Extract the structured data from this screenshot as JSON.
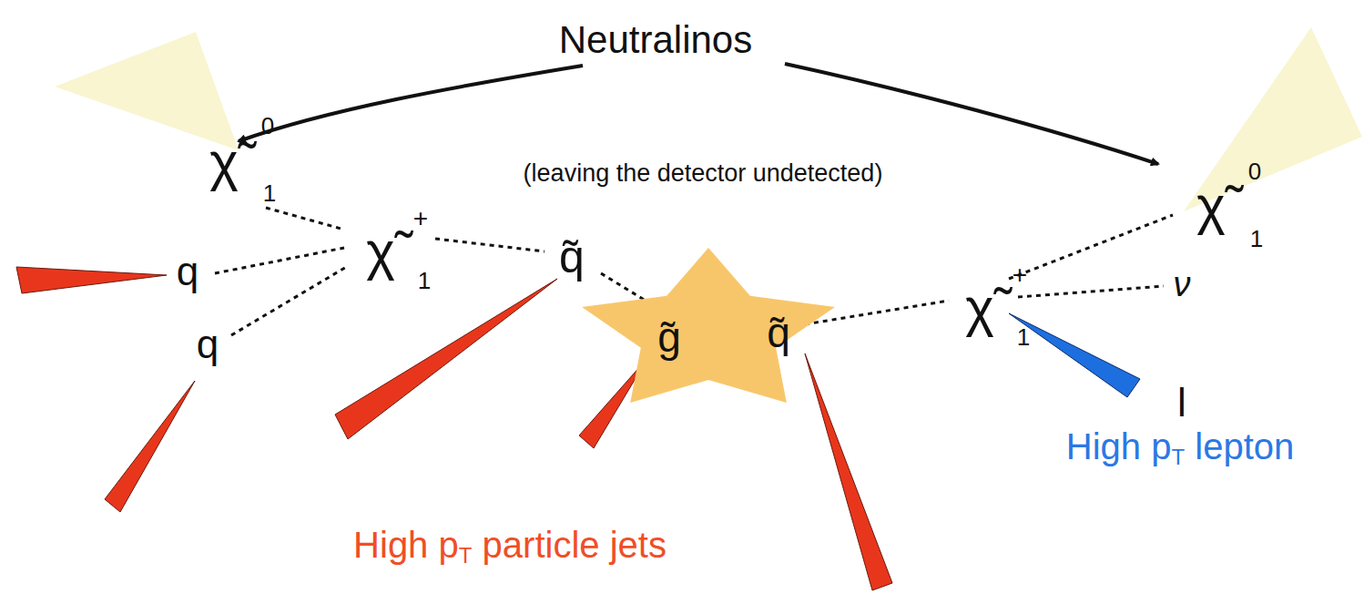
{
  "diagram": {
    "nodes": [
      {
        "text": [
          "g̃",
          "q̃"
        ]
      }
    ],
    "labels": [
      "Neutralinos",
      "(leaving the detector undetected)",
      "χ̃",
      "0",
      "1",
      "χ̃",
      "+",
      "1",
      "q",
      "q",
      "q̃",
      "χ̃",
      "+",
      "1",
      "χ̃",
      "0",
      "1",
      "ν",
      "l",
      "High p",
      "T",
      "lepton",
      "High p",
      "T",
      "particle jets"
    ]
  }
}
